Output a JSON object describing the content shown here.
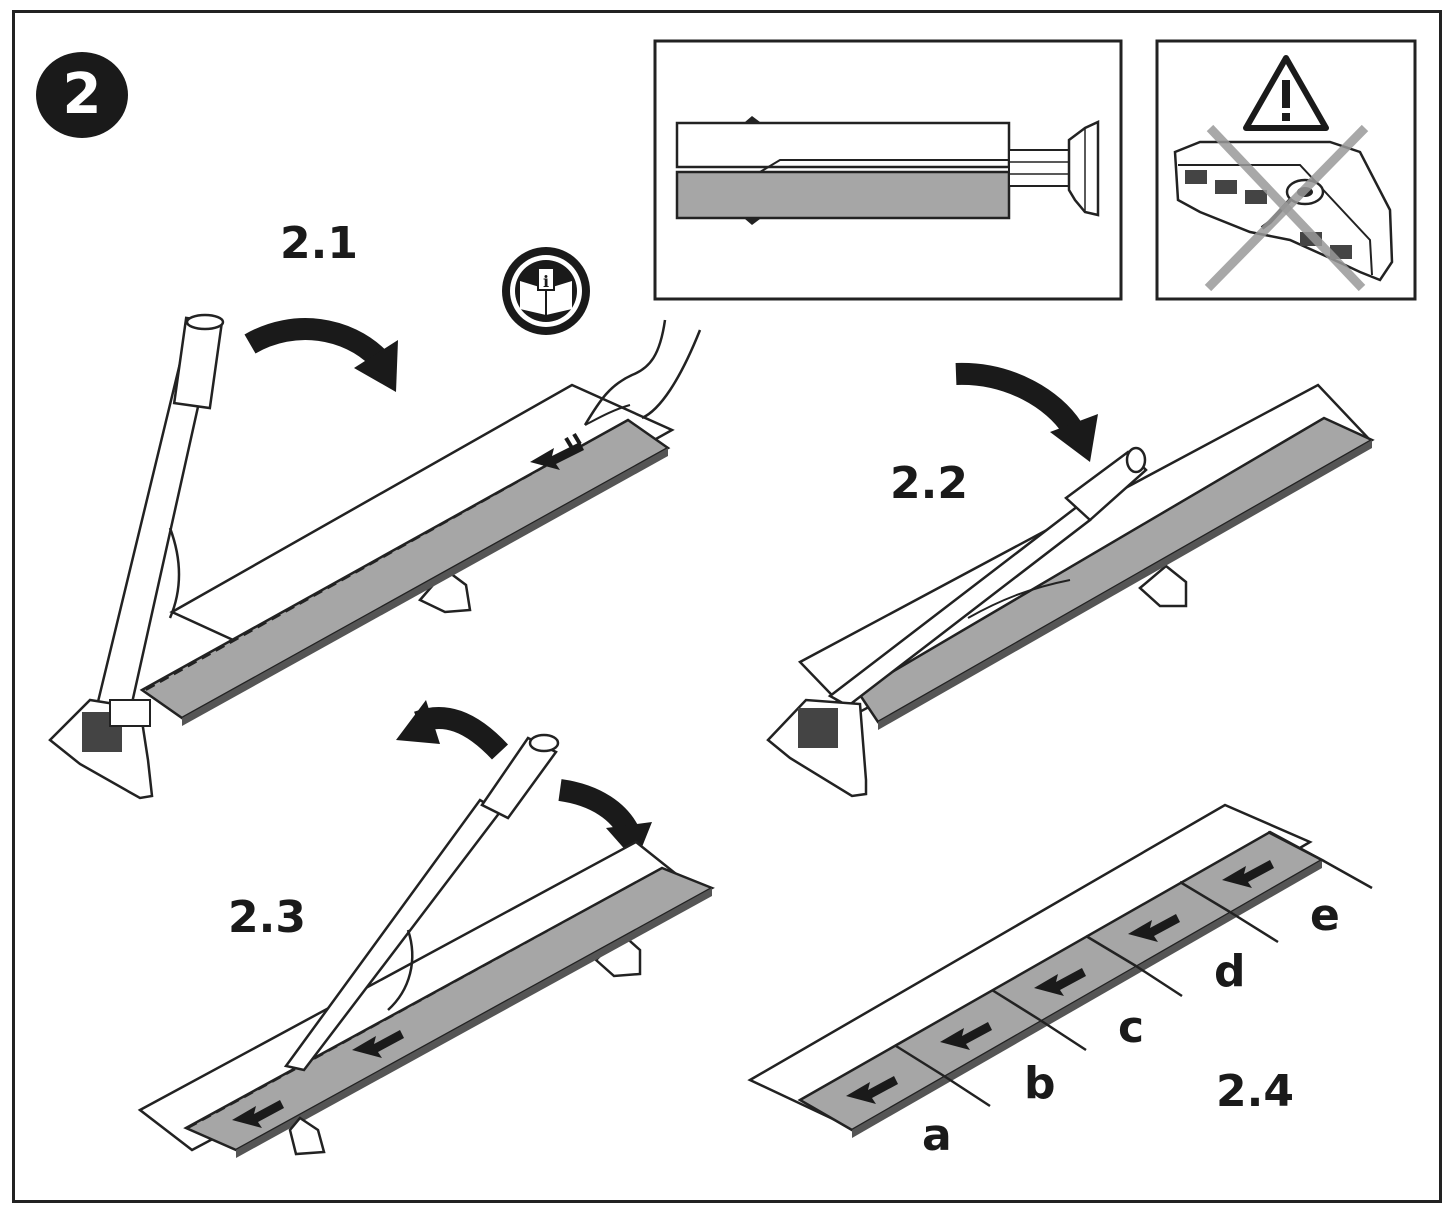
{
  "badge": "2",
  "steps": {
    "s1": "2.1",
    "s2": "2.2",
    "s3": "2.3",
    "s4": "2.4"
  },
  "segments": [
    "a",
    "b",
    "c",
    "d",
    "e"
  ],
  "icons": {
    "info": "manual-info-icon",
    "warning": "warning-triangle-icon"
  },
  "colors": {
    "board_gray": "#a6a6a6",
    "line": "#1a1a1a",
    "badge": "#1a1a1a"
  }
}
